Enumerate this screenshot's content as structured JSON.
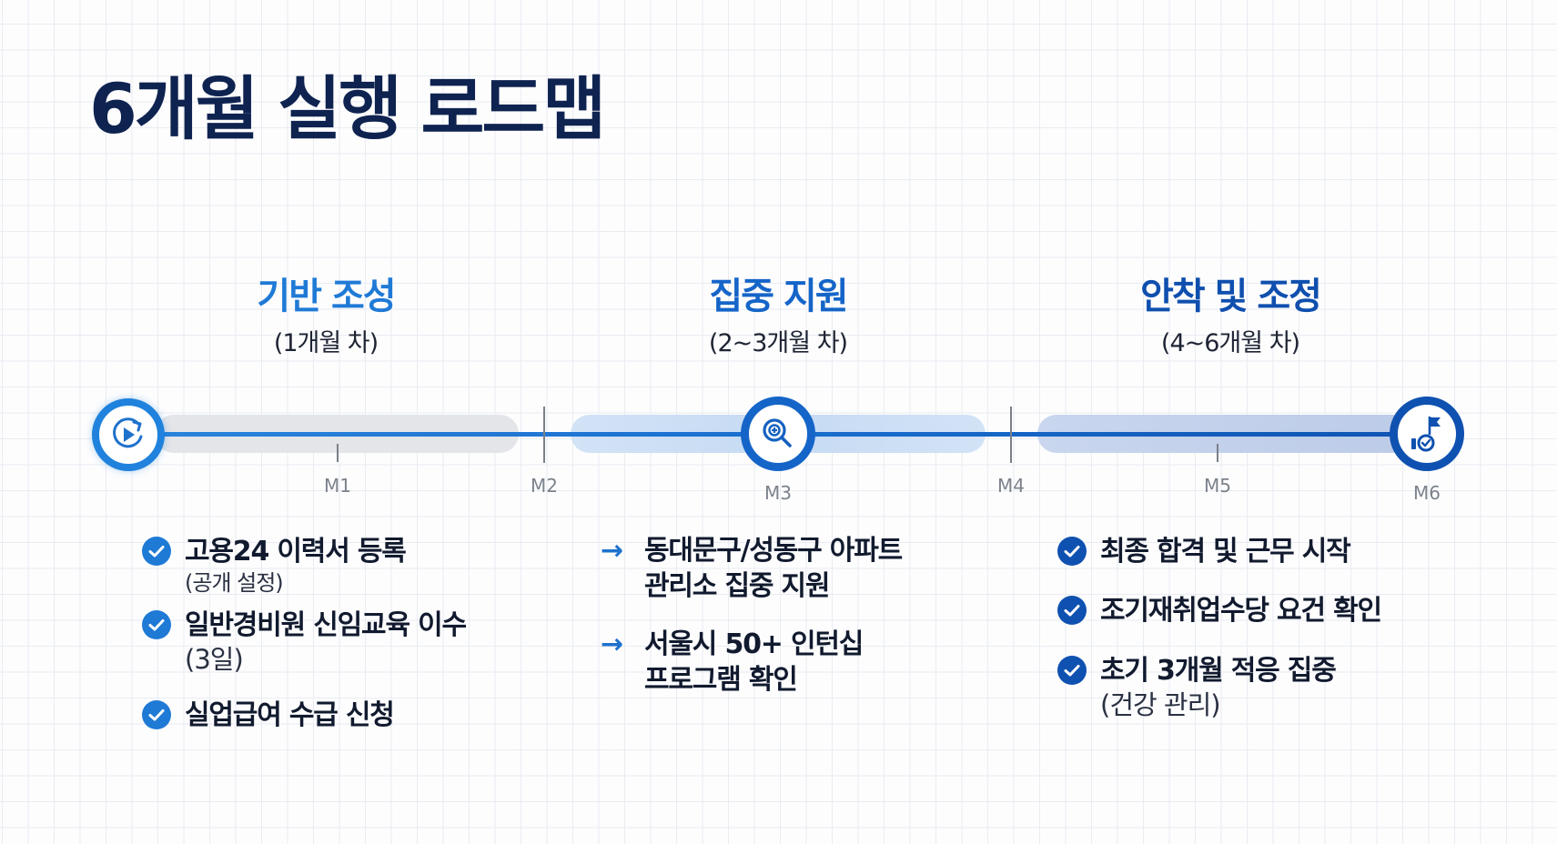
{
  "title": "6개월 실행 로드맵",
  "colors": {
    "title": "#0f2350",
    "phase1": "#1f7ad6",
    "phase2": "#1565c8",
    "phase3": "#0f4fae",
    "text": "#111a2e",
    "milestone_label": "#7c828c",
    "band1": "#e3e5e9",
    "band2": "#c9dcf3",
    "band3": "#c2d0ea"
  },
  "phases": [
    {
      "title": "기반 조성",
      "subtitle": "(1개월 차)",
      "icon": "play-restart-icon",
      "bullet_icon": "check-circle-icon",
      "items": [
        {
          "text": "고용24 이력서 등록",
          "note": "(공개 설정)"
        },
        {
          "text": "일반경비원 신임교육 이수",
          "note": "(3일)"
        },
        {
          "text": "실업급여 수급 신청",
          "note": ""
        }
      ]
    },
    {
      "title": "집중 지원",
      "subtitle": "(2~3개월 차)",
      "icon": "magnifier-plus-icon",
      "bullet_icon": "arrow-right-icon",
      "bullet_glyph": "→",
      "items": [
        {
          "line1": "동대문구/성동구 아파트",
          "line2": "관리소 집중 지원"
        },
        {
          "line1": "서울시 50+ 인턴십",
          "line2": "프로그램 확인"
        }
      ]
    },
    {
      "title": "안착 및 조정",
      "subtitle": "(4~6개월 차)",
      "icon": "flag-goal-icon",
      "bullet_icon": "check-circle-icon",
      "items": [
        {
          "text": "최종 합격 및 근무 시작",
          "note": ""
        },
        {
          "text": "조기재취업수당 요건 확인",
          "note": ""
        },
        {
          "text": "초기 3개월 적응 집중",
          "note": "(건강 관리)"
        }
      ]
    }
  ],
  "milestones": [
    "M1",
    "M2",
    "M3",
    "M4",
    "M5",
    "M6"
  ]
}
